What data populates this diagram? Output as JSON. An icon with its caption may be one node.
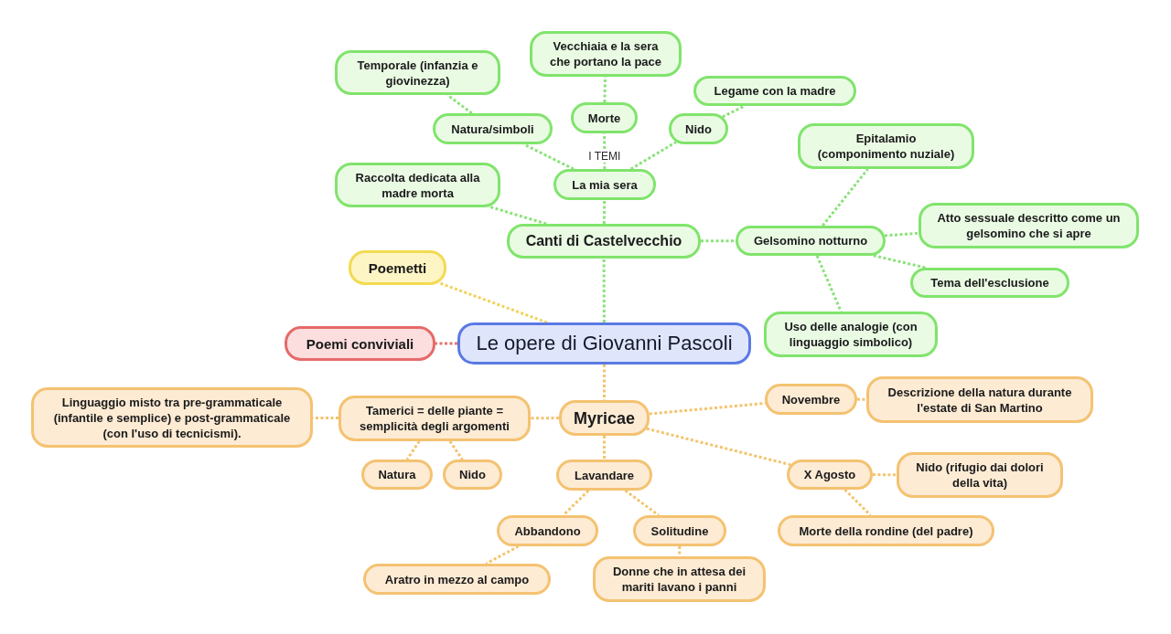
{
  "diagram": {
    "nodes": [
      {
        "text": [
          "Le opere di Giovanni Pascoli"
        ]
      },
      {
        "text": [
          "Canti di Castelvecchio"
        ]
      },
      {
        "text": [
          "La mia sera"
        ]
      },
      {
        "text": [
          "Natura/simboli"
        ]
      },
      {
        "text": [
          "Temporale (infanzia e giovinezza)"
        ]
      },
      {
        "text": [
          "Morte"
        ]
      },
      {
        "text": [
          "Vecchiaia e la sera che portano la pace"
        ]
      },
      {
        "text": [
          "Nido"
        ]
      },
      {
        "text": [
          "Legame con la madre"
        ]
      },
      {
        "text": [
          "Raccolta dedicata alla madre morta"
        ]
      },
      {
        "text": [
          "Gelsomino notturno"
        ]
      },
      {
        "text": [
          "Epitalamio (componimento nuziale)"
        ]
      },
      {
        "text": [
          "Atto sessuale descritto come un gelsomino che si apre"
        ]
      },
      {
        "text": [
          "Tema dell'esclusione"
        ]
      },
      {
        "text": [
          "Uso delle analogie (con linguaggio simbolico)"
        ]
      },
      {
        "text": [
          "Poemetti"
        ]
      },
      {
        "text": [
          "Poemi conviviali"
        ]
      },
      {
        "text": [
          "Myricae"
        ]
      },
      {
        "text": [
          "Tamerici = delle piante = semplicità degli argomenti"
        ]
      },
      {
        "text": [
          "Linguaggio misto tra pre-grammaticale (infantile e semplice) e post-grammaticale (con l'uso di tecnicismi)."
        ]
      },
      {
        "text": [
          "Natura"
        ]
      },
      {
        "text": [
          "Nido"
        ]
      },
      {
        "text": [
          "Lavandare"
        ]
      },
      {
        "text": [
          "Abbandono"
        ]
      },
      {
        "text": [
          "Aratro in mezzo al campo"
        ]
      },
      {
        "text": [
          "Solitudine"
        ]
      },
      {
        "text": [
          "Donne che in attesa dei mariti lavano i panni"
        ]
      },
      {
        "text": [
          "Novembre"
        ]
      },
      {
        "text": [
          "Descrizione della natura durante l'estate di San Martino"
        ]
      },
      {
        "text": [
          "X Agosto"
        ]
      },
      {
        "text": [
          "Nido (rifugio dai dolori della vita)"
        ]
      },
      {
        "text": [
          "Morte della rondine (del padre)"
        ]
      }
    ],
    "edges": [
      {
        "from": 0,
        "to": 1,
        "arrow": "none",
        "color": "#8be27b"
      },
      {
        "from": 1,
        "to": 2,
        "arrow": "none",
        "color": "#8be27b"
      },
      {
        "from": 2,
        "to": 3,
        "arrow": "none",
        "color": "#8be27b"
      },
      {
        "from": 3,
        "to": 4,
        "arrow": "none",
        "color": "#8be27b"
      },
      {
        "from": 2,
        "to": 5,
        "arrow": "none",
        "label": "I TEMI",
        "color": "#8be27b"
      },
      {
        "from": 5,
        "to": 6,
        "arrow": "none",
        "color": "#8be27b"
      },
      {
        "from": 2,
        "to": 7,
        "arrow": "none",
        "color": "#8be27b"
      },
      {
        "from": 7,
        "to": 8,
        "arrow": "none",
        "color": "#8be27b"
      },
      {
        "from": 1,
        "to": 9,
        "arrow": "none",
        "color": "#8be27b"
      },
      {
        "from": 1,
        "to": 10,
        "arrow": "none",
        "color": "#8be27b"
      },
      {
        "from": 10,
        "to": 11,
        "arrow": "none",
        "color": "#8be27b"
      },
      {
        "from": 10,
        "to": 12,
        "arrow": "none",
        "color": "#8be27b"
      },
      {
        "from": 10,
        "to": 13,
        "arrow": "none",
        "color": "#8be27b"
      },
      {
        "from": 10,
        "to": 14,
        "arrow": "none",
        "color": "#8be27b"
      },
      {
        "from": 0,
        "to": 15,
        "arrow": "none",
        "color": "#efd35c"
      },
      {
        "from": 0,
        "to": 16,
        "arrow": "none",
        "color": "#e57373"
      },
      {
        "from": 0,
        "to": 17,
        "arrow": "none"
      },
      {
        "from": 17,
        "to": 18,
        "arrow": "none"
      },
      {
        "from": 18,
        "to": 19,
        "arrow": "none"
      },
      {
        "from": 18,
        "to": 20,
        "arrow": "none"
      },
      {
        "from": 18,
        "to": 21,
        "arrow": "none"
      },
      {
        "from": 17,
        "to": 22,
        "arrow": "none"
      },
      {
        "from": 22,
        "to": 23,
        "arrow": "none"
      },
      {
        "from": 23,
        "to": 24,
        "arrow": "none"
      },
      {
        "from": 22,
        "to": 25,
        "arrow": "none"
      },
      {
        "from": 25,
        "to": 26,
        "arrow": "none"
      },
      {
        "from": 17,
        "to": 27,
        "arrow": "none"
      },
      {
        "from": 27,
        "to": 28,
        "arrow": "none"
      },
      {
        "from": 17,
        "to": 29,
        "arrow": "none"
      },
      {
        "from": 29,
        "to": 30,
        "arrow": "none"
      },
      {
        "from": 29,
        "to": 31,
        "arrow": "none"
      }
    ]
  }
}
